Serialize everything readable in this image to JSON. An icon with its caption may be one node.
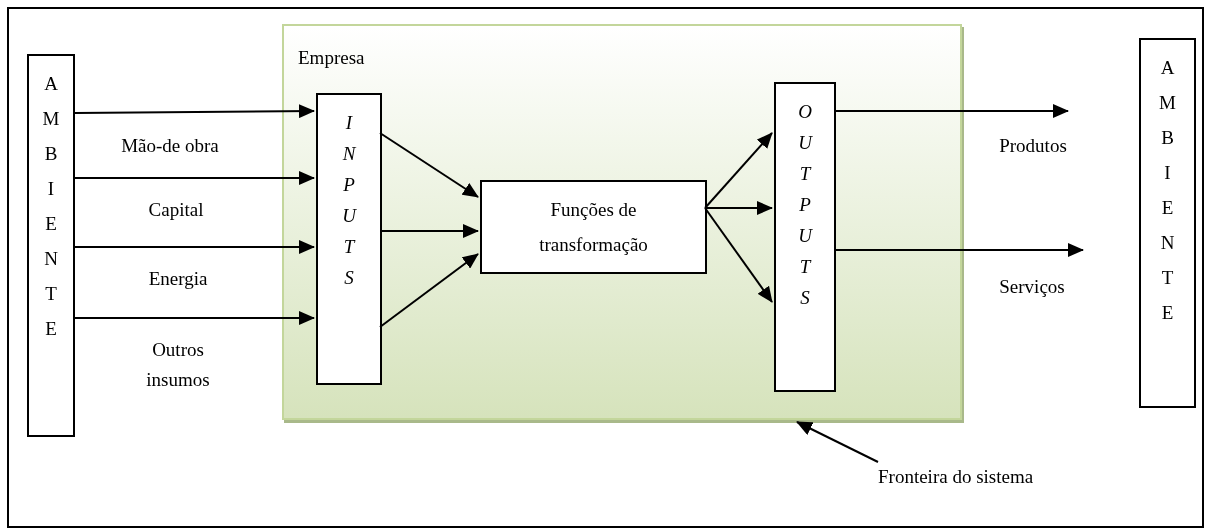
{
  "diagram": {
    "nodes": [
      {
        "text": [
          "AMBIENTE"
        ]
      },
      {
        "text": [
          "Empresa"
        ]
      },
      {
        "text": [
          "INPUTS"
        ],
        "in": 1
      },
      {
        "text": [
          "Funções de transformação"
        ],
        "in": 1
      },
      {
        "text": [
          "OUTPUTS"
        ],
        "in": 1
      },
      {
        "text": [
          "AMBIENTE"
        ]
      },
      {
        "text": [
          "Fronteira do sistema"
        ]
      }
    ],
    "edges": [
      {
        "from": 0,
        "to": 2,
        "arrow": "to",
        "label": "Mão-de obra"
      },
      {
        "from": 0,
        "to": 2,
        "arrow": "to",
        "label": "Capital"
      },
      {
        "from": 0,
        "to": 2,
        "arrow": "to",
        "label": "Energia"
      },
      {
        "from": 0,
        "to": 2,
        "arrow": "to",
        "label": "Outros insumos"
      },
      {
        "from": 2,
        "to": 3,
        "arrow": "to"
      },
      {
        "from": 2,
        "to": 3,
        "arrow": "to"
      },
      {
        "from": 2,
        "to": 3,
        "arrow": "to"
      },
      {
        "from": 3,
        "to": 4,
        "arrow": "to"
      },
      {
        "from": 3,
        "to": 4,
        "arrow": "to"
      },
      {
        "from": 3,
        "to": 4,
        "arrow": "to"
      },
      {
        "from": 4,
        "to": null,
        "arrow": "to",
        "label": "Produtos"
      },
      {
        "from": 4,
        "to": null,
        "arrow": "to",
        "label": "Serviços"
      },
      {
        "from": 6,
        "to": 1,
        "arrow": "to"
      }
    ]
  }
}
